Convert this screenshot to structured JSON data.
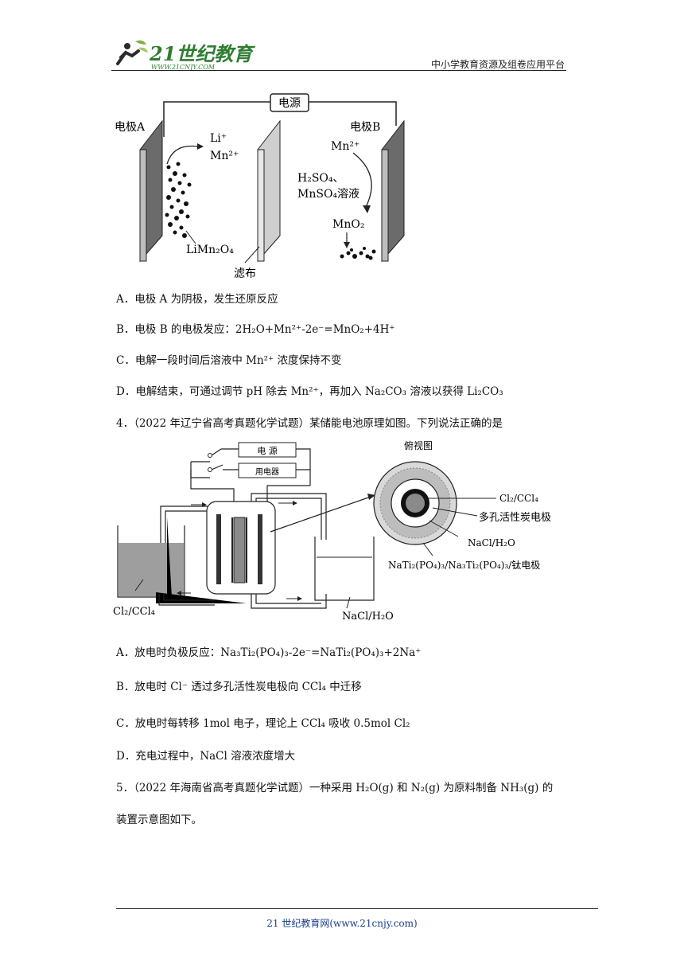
{
  "header": {
    "logo_text": "21世纪教育",
    "logo_url": "WWW.21CNJY.COM",
    "platform": "中小学教育资源及组卷应用平台"
  },
  "figure1": {
    "power": "电源",
    "electrode_a": "电极A",
    "electrode_b": "电极B",
    "li_ion": "Li⁺",
    "mn_ion_a": "Mn²⁺",
    "mn_ion_b": "Mn²⁺",
    "solution_line1": "H₂SO₄、",
    "solution_line2": "MnSO₄溶液",
    "mno2": "MnO₂",
    "limn2o4": "LiMn₂O₄",
    "filter_cloth": "滤布"
  },
  "q3_options": {
    "a": "A．电极 A 为阴极，发生还原反应",
    "b": "B．电极 B 的电极发应：2H₂O+Mn²⁺-2e⁻=MnO₂+4H⁺",
    "c": "C．电解一段时间后溶液中 Mn²⁺ 浓度保持不变",
    "d": "D．电解结束，可通过调节 pH 除去 Mn²⁺，再加入 Na₂CO₃ 溶液以获得 Li₂CO₃"
  },
  "q4": {
    "stem": "4．（2022 年辽宁省高考真题化学试题）某储能电池原理如图。下列说法正确的是",
    "a": "A．放电时负极反应：Na₃Ti₂(PO₄)₃-2e⁻=NaTi₂(PO₄)₃+2Na⁺",
    "b": "B．放电时 Cl⁻ 透过多孔活性炭电极向 CCl₄ 中迁移",
    "c": "C．放电时每转移 1mol 电子，理论上 CCl₄ 吸收 0.5mol Cl₂",
    "d": "D．充电过程中，NaCl 溶液浓度增大"
  },
  "figure2": {
    "power": "电 源",
    "appliance": "用电器",
    "top_view": "俯视图",
    "cl2_ccl4_right": "Cl₂/CCl₄",
    "porous_carbon": "多孔活性炭电极",
    "nacl_h2o_ring": "NaCl/H₂O",
    "ti_electrode": "NaTi₂(PO₄)₃/Na₃Ti₂(PO₄)₃/钛电极",
    "cl2_ccl4_left": "Cl₂/CCl₄",
    "nacl_h2o_beaker": "NaCl/H₂O"
  },
  "q5": {
    "line1": "5．（2022 年海南省高考真题化学试题）一种采用 H₂O(g) 和 N₂(g) 为原料制备 NH₃(g) 的",
    "line2": "装置示意图如下。"
  },
  "footer": {
    "text": "21 世纪教育网(www.21cnjy.com)"
  }
}
